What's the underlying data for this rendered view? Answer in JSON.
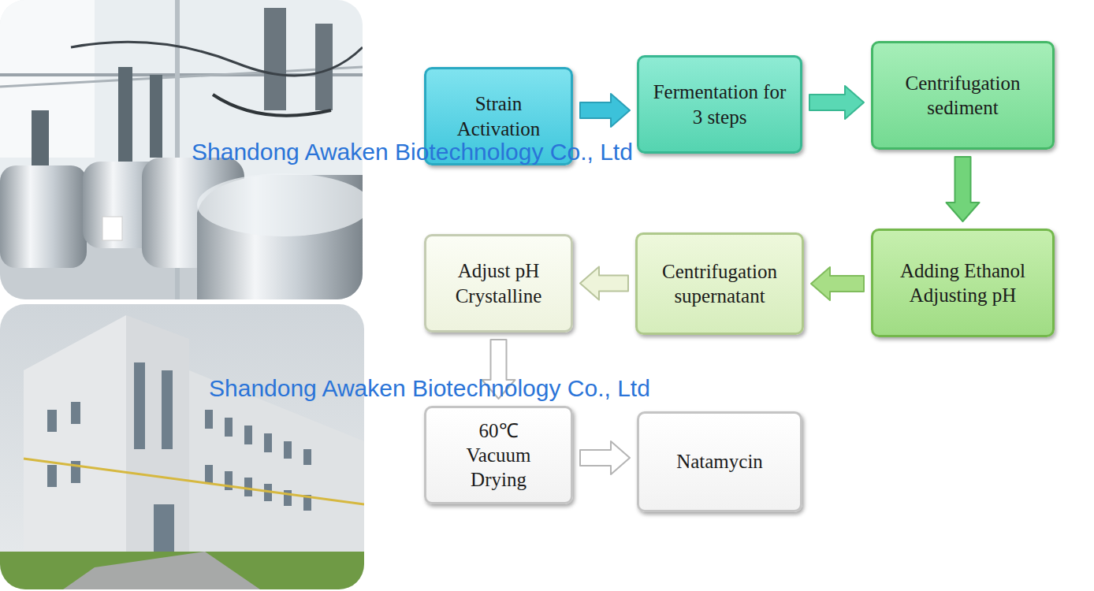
{
  "diagram": {
    "nodes": [
      {
        "text": [
          "Strain Activation"
        ]
      },
      {
        "text": [
          "Fermentation for 3 steps"
        ]
      },
      {
        "text": [
          "Centrifugation sediment"
        ]
      },
      {
        "text": [
          "Adding Ethanol Adjusting pH"
        ]
      },
      {
        "text": [
          "Centrifugation supernatant"
        ]
      },
      {
        "text": [
          "Adjust pH Crystalline"
        ]
      },
      {
        "text": [
          "60℃ Vacuum Drying"
        ]
      },
      {
        "text": [
          "Natamycin"
        ]
      }
    ],
    "edges": [
      {
        "from": 0,
        "to": 1,
        "arrow": "to"
      },
      {
        "from": 1,
        "to": 2,
        "arrow": "to"
      },
      {
        "from": 2,
        "to": 3,
        "arrow": "to"
      },
      {
        "from": 3,
        "to": 4,
        "arrow": "to"
      },
      {
        "from": 4,
        "to": 5,
        "arrow": "to"
      },
      {
        "from": 5,
        "to": 6,
        "arrow": "to"
      },
      {
        "from": 6,
        "to": 7,
        "arrow": "to"
      }
    ],
    "labels": [
      "Shandong Awaken Biotechnology Co., Ltd",
      "Shandong Awaken Biotechnology Co., Ltd"
    ]
  }
}
